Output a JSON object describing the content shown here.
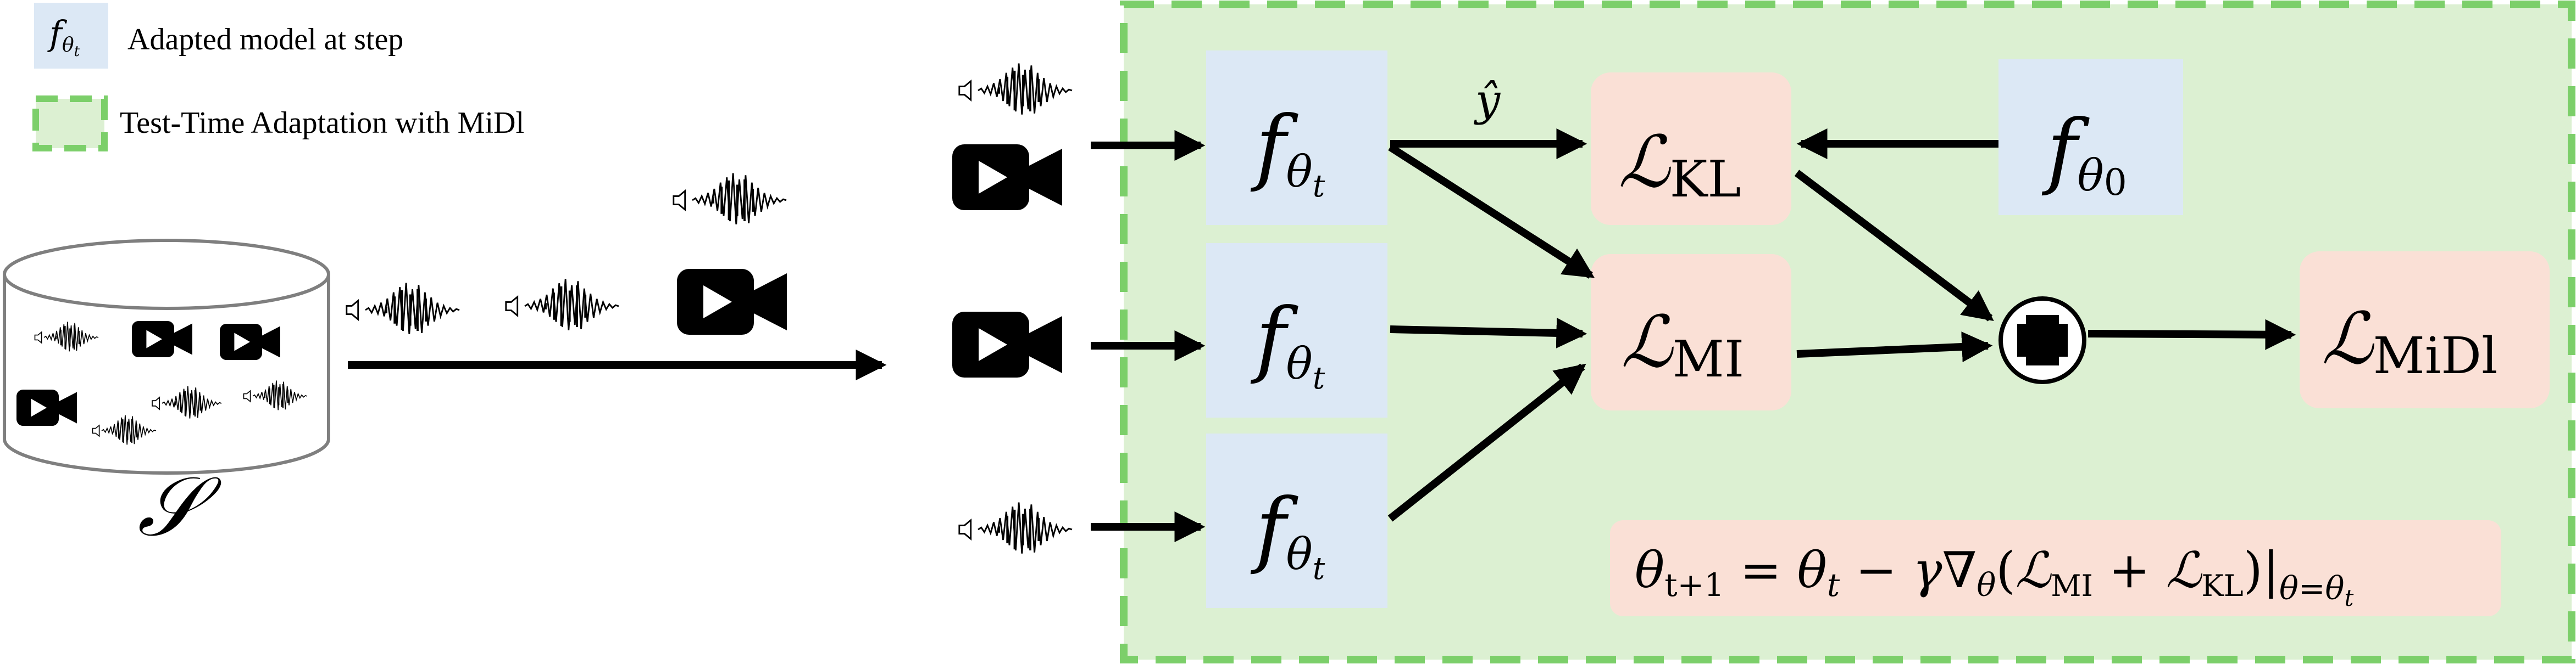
{
  "legend": {
    "model_swatch_label": "f",
    "model_swatch_sub": "θ",
    "model_swatch_subsub": "t",
    "model_text": "Adapted model at step",
    "tta_text": "Test-Time Adaptation with MiDl"
  },
  "source": {
    "dataset_symbol": "𝒮"
  },
  "models": {
    "adapted_symbol": "f",
    "adapted_sub": "θ",
    "adapted_subsub": "t",
    "frozen_symbol": "f",
    "frozen_sub": "θ",
    "frozen_subsub": "0"
  },
  "losses": {
    "kl_symbol": "ℒ",
    "kl_sub": "KL",
    "mi_symbol": "ℒ",
    "mi_sub": "MI",
    "midl_symbol": "ℒ",
    "midl_sub": "MiDl",
    "y_hat": "ŷ"
  },
  "update_rule": {
    "lhs": "θ",
    "lhs_sub": "t+1",
    "eq": " = ",
    "theta_t": "θ",
    "theta_t_sub": "t",
    "minus": " − ",
    "gamma_nabla": "γ∇",
    "nabla_sub": "θ",
    "open": "(",
    "l1": "ℒ",
    "l1_sub": "MI",
    "plus": " + ",
    "l2": "ℒ",
    "l2_sub": "KL",
    "close": ")|",
    "eval_sub": "θ=θ",
    "eval_subsub": "t"
  },
  "colors": {
    "model_box": "#dce8f5",
    "loss_box": "#fae0d6",
    "tta_region": "#dcf0d2",
    "tta_border": "#7ccf6a",
    "arrow": "#000000",
    "cylinder": "#7f7f7f"
  },
  "icons": [
    "audio-waveform-icon",
    "video-camera-icon",
    "plus-circle-icon",
    "database-cylinder-icon",
    "speaker-icon"
  ]
}
